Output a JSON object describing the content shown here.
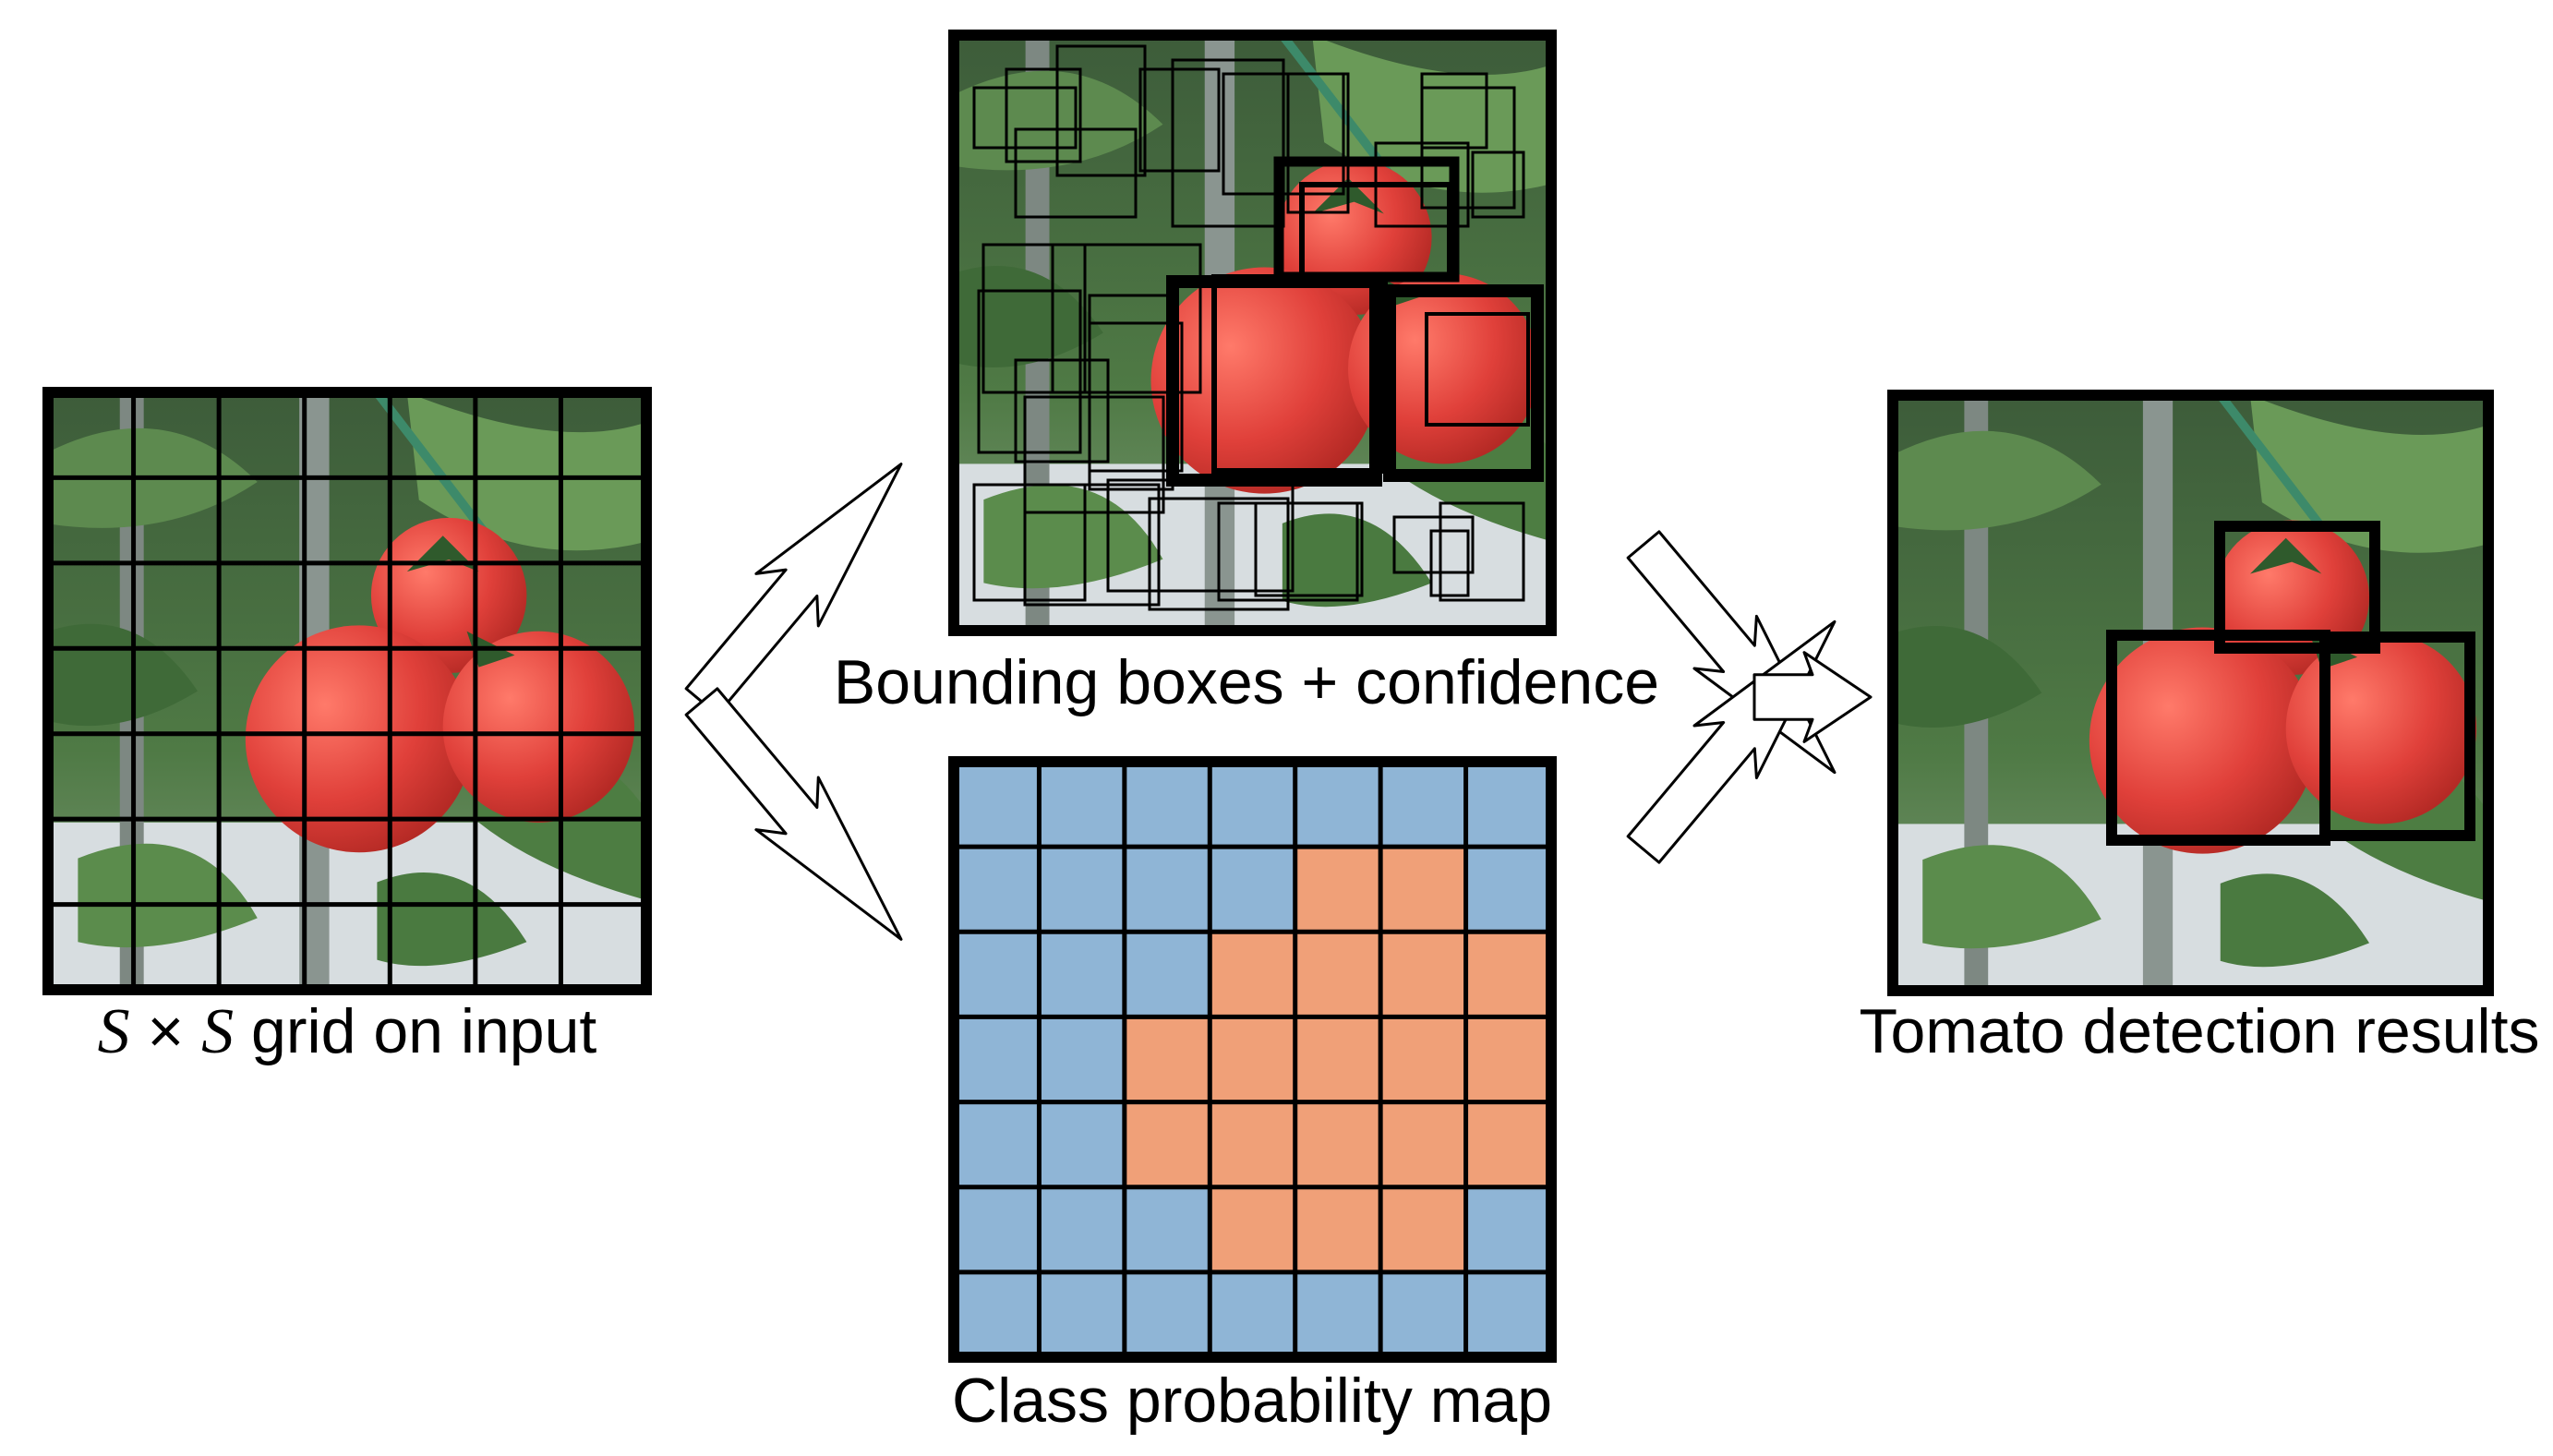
{
  "panels": {
    "input": {
      "caption_s1": "S",
      "caption_times": " × ",
      "caption_s2": "S",
      "caption_rest": " grid on input",
      "grid_size": 7
    },
    "boxes": {
      "caption": "Bounding boxes + confidence"
    },
    "classmap": {
      "caption": "Class probability map",
      "grid_size": 7,
      "background_color": "#8fb5d6",
      "tomato_color": "#f0a078",
      "tomato_cells": [
        [
          1,
          4
        ],
        [
          1,
          5
        ],
        [
          2,
          3
        ],
        [
          2,
          4
        ],
        [
          2,
          5
        ],
        [
          2,
          6
        ],
        [
          3,
          2
        ],
        [
          3,
          3
        ],
        [
          3,
          4
        ],
        [
          3,
          5
        ],
        [
          3,
          6
        ],
        [
          4,
          2
        ],
        [
          4,
          3
        ],
        [
          4,
          4
        ],
        [
          4,
          5
        ],
        [
          4,
          6
        ],
        [
          5,
          3
        ],
        [
          5,
          4
        ],
        [
          5,
          5
        ]
      ]
    },
    "results": {
      "caption": "Tomato detection results"
    }
  },
  "colors": {
    "tomato_red": "#e0403a",
    "leaf_green": "#4f7a45",
    "frame": "#000000"
  }
}
